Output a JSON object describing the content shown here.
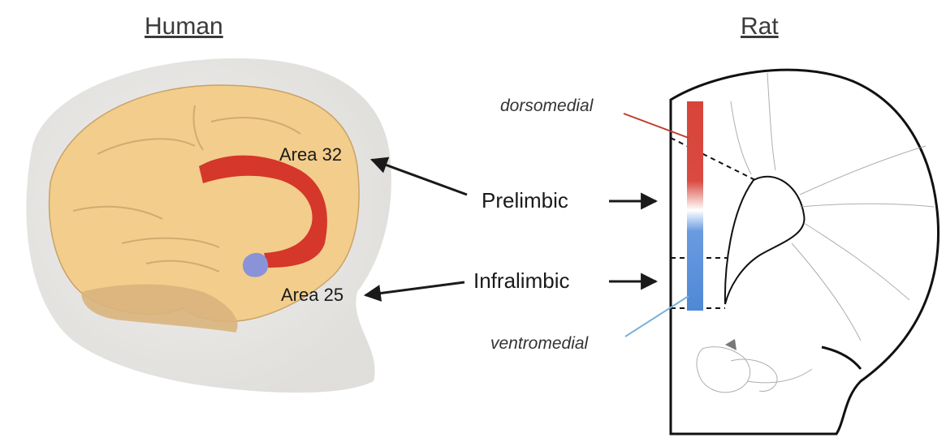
{
  "titles": {
    "human": "Human",
    "rat": "Rat"
  },
  "labels": {
    "area32": "Area 32",
    "area25": "Area 25",
    "prelimbic": "Prelimbic",
    "infralimbic": "Infralimbic",
    "dorsomedial": "dorsomedial",
    "ventromedial": "ventromedial"
  },
  "colors": {
    "area32_region": "#d5372a",
    "area25_region": "#8a93d8",
    "brain_surface": "#f3cd8c",
    "dorsomedial_bar": "#d94a40",
    "ventromedial_bar": "#5a90d8",
    "dorsomedial_pointer": "#c0392b",
    "ventromedial_pointer": "#7ab2d8"
  }
}
